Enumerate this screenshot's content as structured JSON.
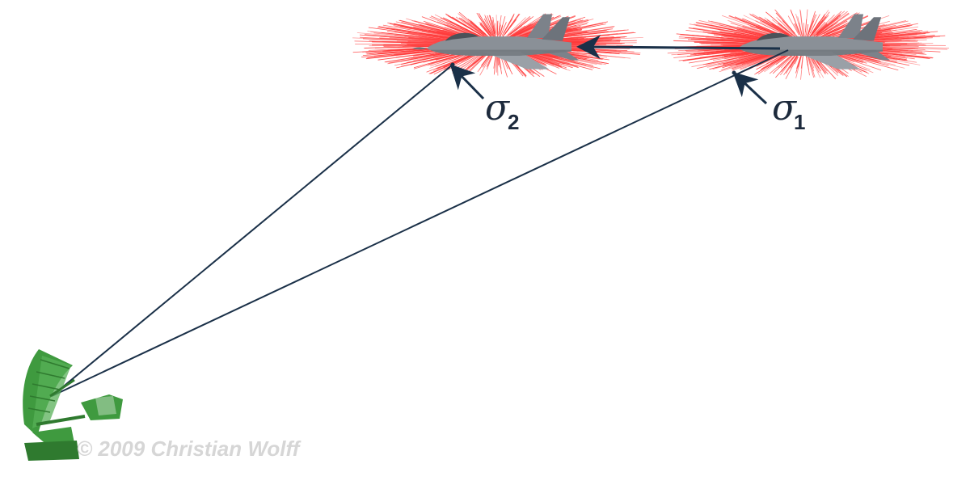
{
  "targets": [
    {
      "id": "2",
      "symbol": "σ",
      "subscript": "2"
    },
    {
      "id": "1",
      "symbol": "σ",
      "subscript": "1"
    }
  ],
  "copyright": "© 2009 Christian Wolff",
  "colors": {
    "line": "#1a3048",
    "scatter": "#ff3a3a",
    "radar": "#3f9a3f",
    "aircraft": "#8a9097",
    "copyright": "#d6d6d6"
  },
  "icons": {
    "radar": "radar-antenna-icon",
    "aircraft": "fighter-jet-icon"
  }
}
